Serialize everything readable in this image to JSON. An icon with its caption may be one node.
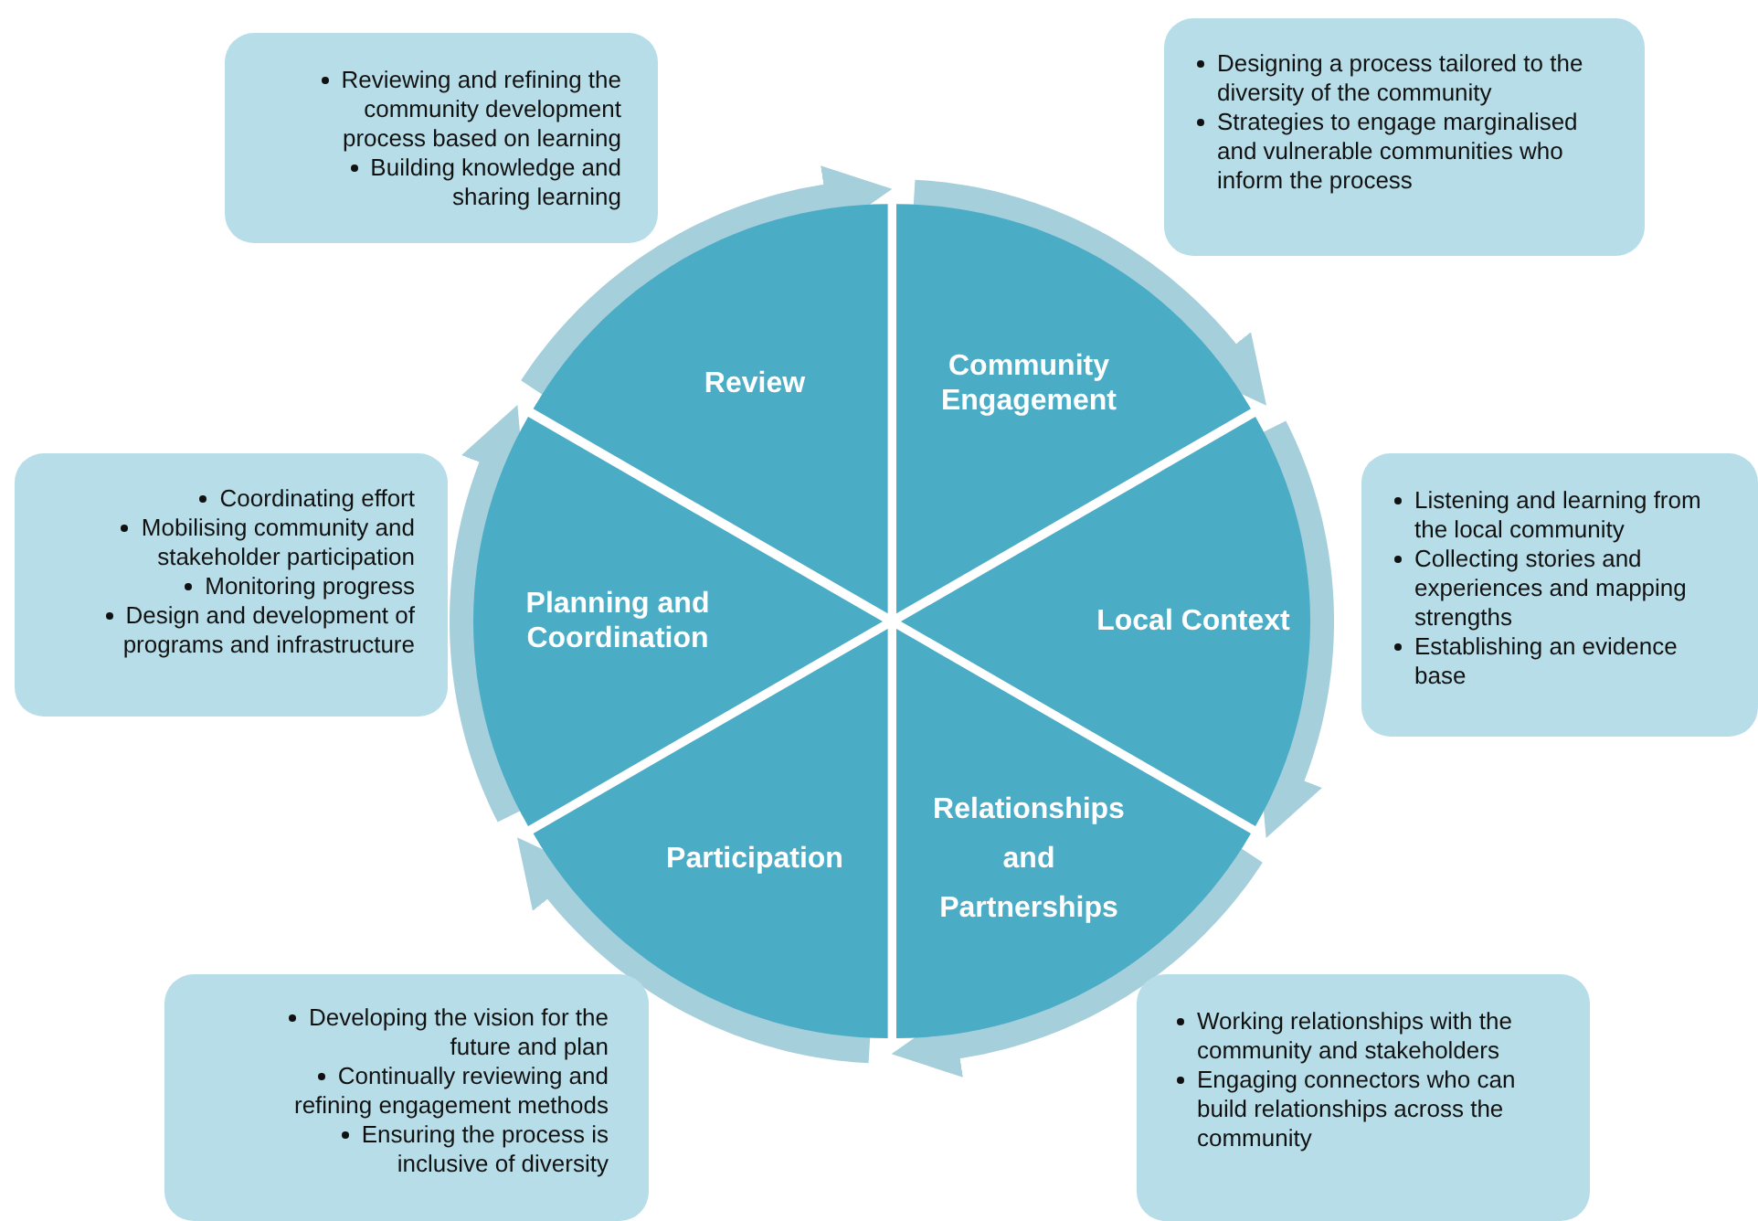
{
  "diagram": {
    "nodes": [
      {
        "text": [
          "Review"
        ]
      },
      {
        "text": [
          "Community Engagement"
        ]
      },
      {
        "text": [
          "Local Context"
        ]
      },
      {
        "text": [
          "Relationships and Partnerships"
        ]
      },
      {
        "text": [
          "Participation"
        ]
      },
      {
        "text": [
          "Planning and Coordination"
        ]
      },
      {
        "text": [
          "Reviewing and refining the community development process based on learning",
          "Building knowledge and sharing learning"
        ]
      },
      {
        "text": [
          "Designing a process tailored to the diversity of the community",
          "Strategies to engage marginalised and vulnerable communities who inform the process"
        ]
      },
      {
        "text": [
          "Listening and learning from the local community",
          "Collecting stories and experiences and mapping strengths",
          "Establishing an evidence base"
        ]
      },
      {
        "text": [
          "Working relationships with the community and stakeholders",
          "Engaging connectors who can build relationships across the community"
        ]
      },
      {
        "text": [
          "Developing the vision for the future and plan",
          "Continually reviewing and refining engagement methods",
          "Ensuring the process is inclusive of diversity"
        ]
      },
      {
        "text": [
          "Coordinating effort",
          "Mobilising community and stakeholder participation",
          "Monitoring progress",
          "Design and development of programs and infrastructure"
        ]
      }
    ],
    "edges": [
      {
        "from": 0,
        "to": 1,
        "arrow": "to"
      },
      {
        "from": 1,
        "to": 2,
        "arrow": "to"
      },
      {
        "from": 2,
        "to": 3,
        "arrow": "to"
      },
      {
        "from": 3,
        "to": 4,
        "arrow": "to"
      },
      {
        "from": 4,
        "to": 5,
        "arrow": "to"
      },
      {
        "from": 5,
        "to": 0,
        "arrow": "to"
      }
    ]
  }
}
